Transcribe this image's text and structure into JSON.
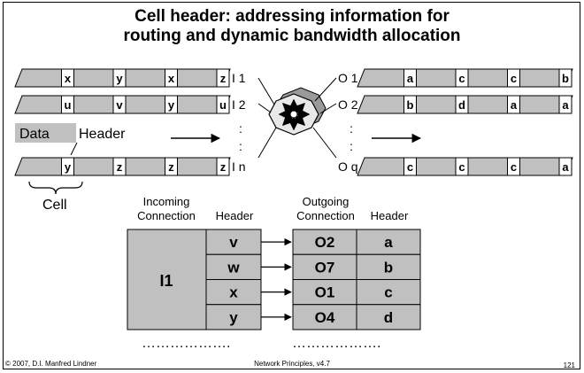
{
  "slide": {
    "title_line1": "Cell header: addressing information for",
    "title_line2": "routing and dynamic bandwidth allocation",
    "footer_left": "© 2007, D.I. Manfred Lindner",
    "footer_center": "Network Principles, v4.7",
    "footer_right": "121"
  },
  "input_streams": [
    {
      "port": "I 1",
      "headers": [
        "x",
        "y",
        "x",
        "z"
      ]
    },
    {
      "port": "I 2",
      "headers": [
        "u",
        "v",
        "y",
        "u"
      ]
    },
    {
      "port": "I n",
      "headers": [
        "y",
        "z",
        "z",
        "z"
      ]
    }
  ],
  "output_streams": [
    {
      "port": "O 1",
      "headers": [
        "a",
        "c",
        "c",
        "b"
      ]
    },
    {
      "port": "O 2",
      "headers": [
        "b",
        "d",
        "a",
        "a"
      ]
    },
    {
      "port": "O q",
      "headers": [
        "c",
        "c",
        "c",
        "a"
      ]
    }
  ],
  "legend": {
    "data": "Data",
    "header": "Header",
    "cell": "Cell",
    "dots": ":"
  },
  "table": {
    "incoming_header_line1": "Incoming",
    "incoming_header_line2": "Connection",
    "header_col": "Header",
    "outgoing_header_line1": "Outgoing",
    "outgoing_header_line2": "Connection",
    "header_col2": "Header",
    "incoming_value": "I1",
    "rows": [
      {
        "in_header": "v",
        "out_conn": "O2",
        "out_header": "a"
      },
      {
        "in_header": "w",
        "out_conn": "O7",
        "out_header": "b"
      },
      {
        "in_header": "x",
        "out_conn": "O1",
        "out_header": "c"
      },
      {
        "in_header": "y",
        "out_conn": "O4",
        "out_header": "d"
      }
    ],
    "ellipsis_left": "……………….",
    "ellipsis_right": "………………."
  },
  "colors": {
    "cell_fill": "#c0c0c0",
    "table_fill": "#c0c0c0",
    "data_box": "#c0c0c0"
  }
}
